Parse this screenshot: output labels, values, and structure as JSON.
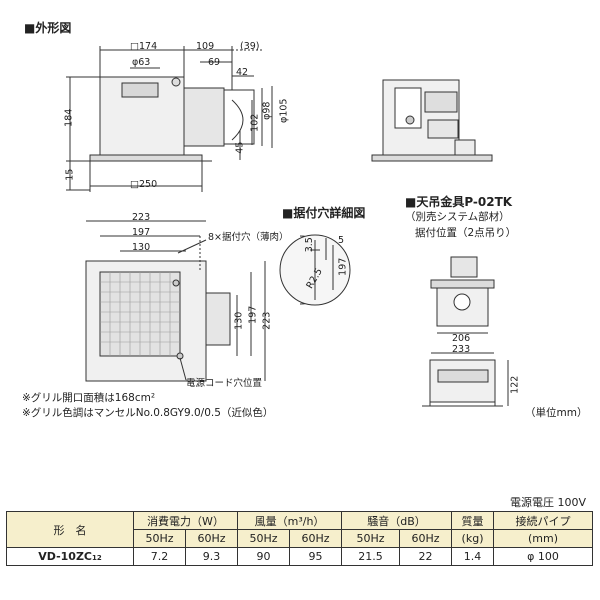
{
  "titles": {
    "exterior": "■外形図",
    "mount_detail": "■据付穴詳細図",
    "hanger": "■天吊金具P-02TK",
    "hanger_sub": "（別売システム部材）",
    "hanger_pos": "据付位置（2点吊り）",
    "unit": "（単位mm）"
  },
  "dims_front": {
    "d174": "□174",
    "d109": "109",
    "d39": "(39)",
    "d63": "φ63",
    "d69": "69",
    "d42": "42",
    "d184": "184",
    "d15": "15",
    "d98": "φ98",
    "d105": "φ105",
    "d102": "102",
    "d45": "45",
    "d250": "□250"
  },
  "dims_bottom": {
    "d223": "223",
    "d197": "197",
    "d130": "130",
    "holes": "8×据付穴（薄肉）",
    "v130": "130",
    "v197": "197",
    "v223": "223",
    "cord": "電源コード穴位置"
  },
  "dims_detail": {
    "d35": "3.5",
    "d5": "5",
    "r25": "R2.5",
    "d197": "197"
  },
  "dims_hanger": {
    "d206": "206",
    "d233": "233",
    "d122": "122"
  },
  "notes": [
    "※グリル開口面積は168cm²",
    "※グリル色調はマンセルNo.0.8GY9.0/0.5（近似色）"
  ],
  "table": {
    "voltage": "電源電圧 100V",
    "headers": {
      "model": "形　名",
      "power": "消費電力（W）",
      "airflow": "風量（m³/h）",
      "noise": "騒音（dB）",
      "mass": "質量",
      "mass_unit": "(kg)",
      "pipe": "接続パイプ",
      "pipe_unit": "(mm)"
    },
    "freq": [
      "50Hz",
      "60Hz",
      "50Hz",
      "60Hz",
      "50Hz",
      "60Hz"
    ],
    "row": {
      "model": "VD-10ZC",
      "model_suffix": "12",
      "power_50": "7.2",
      "power_60": "9.3",
      "air_50": "90",
      "air_60": "95",
      "noise_50": "21.5",
      "noise_60": "22",
      "mass": "1.4",
      "pipe": "φ 100"
    }
  }
}
